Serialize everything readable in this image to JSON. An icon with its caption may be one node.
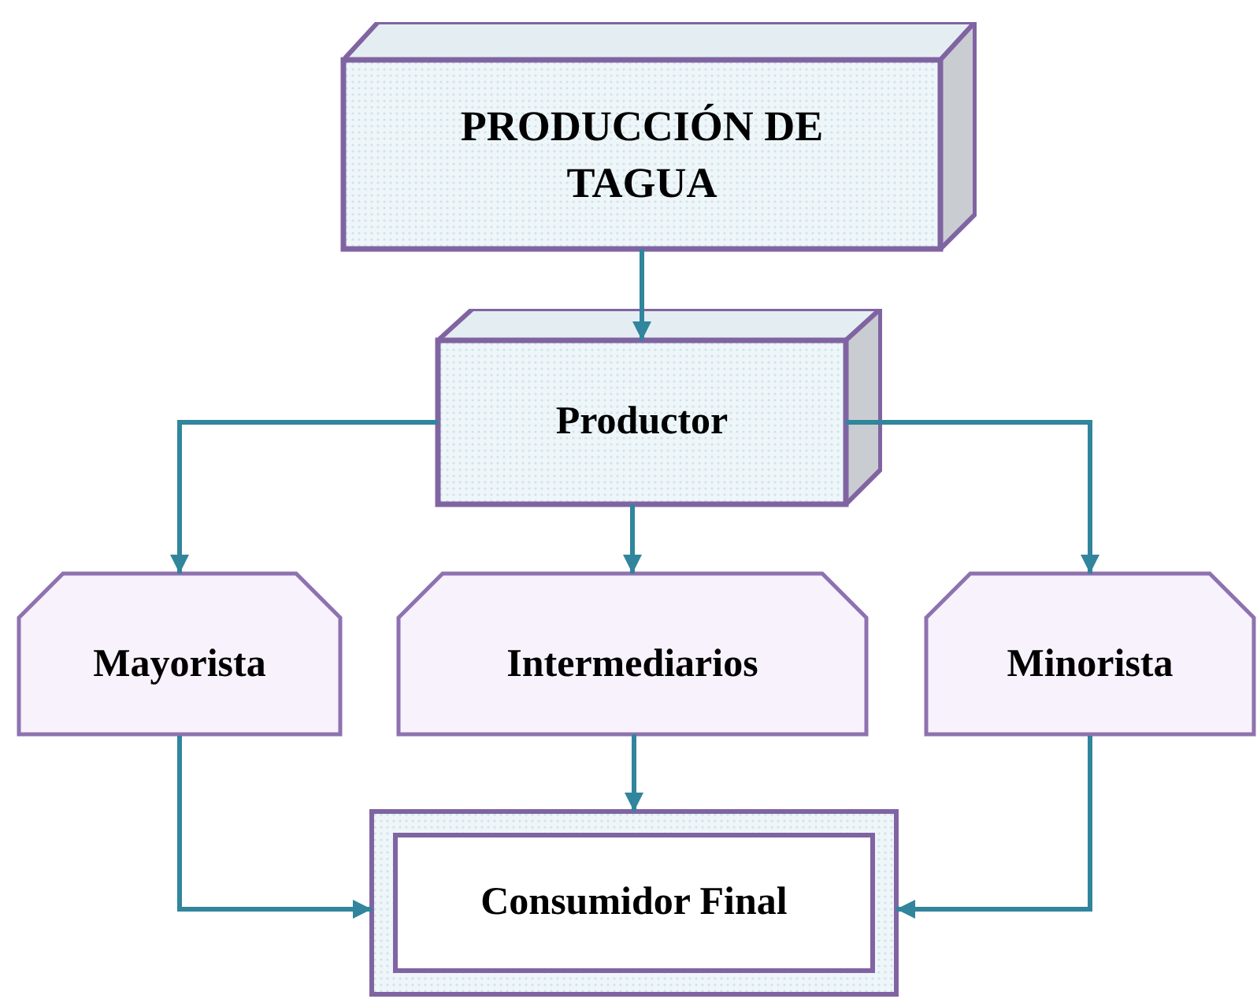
{
  "diagram": {
    "nodes": [
      {
        "text": [
          "PRODUCCIÓN DE TAGUA"
        ]
      },
      {
        "text": [
          "Productor"
        ]
      },
      {
        "text": [
          "Mayorista"
        ]
      },
      {
        "text": [
          "Intermediarios"
        ]
      },
      {
        "text": [
          "Minorista"
        ]
      },
      {
        "text": [
          "Consumidor Final"
        ]
      }
    ],
    "edges": [
      {
        "from": 0,
        "to": 1,
        "arrow": "to"
      },
      {
        "from": 1,
        "to": 2,
        "arrow": "to"
      },
      {
        "from": 1,
        "to": 3,
        "arrow": "to"
      },
      {
        "from": 1,
        "to": 4,
        "arrow": "to"
      },
      {
        "from": 2,
        "to": 5,
        "arrow": "to"
      },
      {
        "from": 3,
        "to": 5,
        "arrow": "to"
      },
      {
        "from": 4,
        "to": 5,
        "arrow": "to"
      }
    ]
  }
}
